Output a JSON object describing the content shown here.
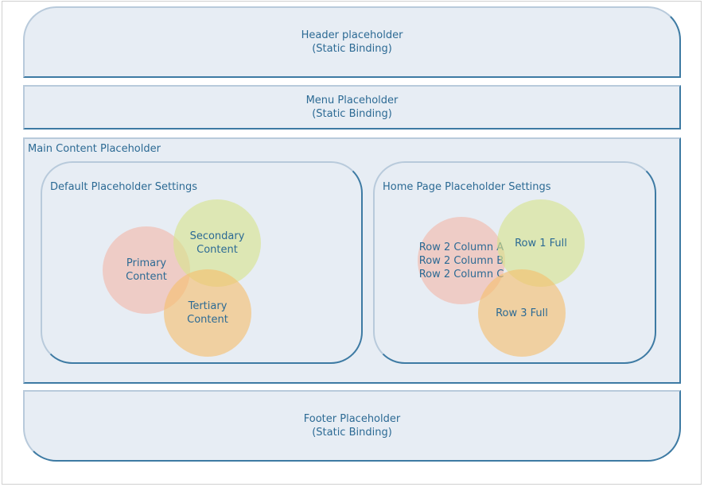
{
  "header": {
    "line1": "Header placeholder",
    "line2": "(Static Binding)"
  },
  "menu": {
    "line1": "Menu Placeholder",
    "line2": "(Static Binding)"
  },
  "main": {
    "title": "Main Content Placeholder",
    "default_settings": {
      "title": "Default Placeholder Settings",
      "primary": [
        "Primary",
        "Content"
      ],
      "secondary": [
        "Secondary",
        "Content"
      ],
      "tertiary": [
        "Tertiary",
        "Content"
      ]
    },
    "home_settings": {
      "title": "Home Page Placeholder Settings",
      "row2": [
        "Row 2 Column A",
        "Row 2 Column B",
        "Row 2 Column C"
      ],
      "row1": "Row 1 Full",
      "row3": "Row 3 Full"
    }
  },
  "footer": {
    "line1": "Footer Placeholder",
    "line2": "(Static Binding)"
  },
  "colors": {
    "border": "#3d7aa3",
    "fill": "#e7edf4",
    "text": "#2c6a94",
    "pink": "#f4b0a0",
    "green": "#d6e48c",
    "orange": "#f6be6e"
  }
}
